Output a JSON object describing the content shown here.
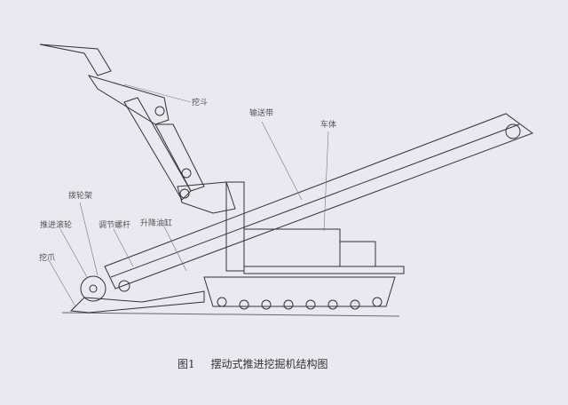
{
  "labels": {
    "bucket": "挖斗",
    "conveyor": "输送带",
    "body": "车体",
    "wheel_frame": "拨轮架",
    "push_roller": "推进滚轮",
    "adjust_screw": "调节螺杆",
    "lift_cylinder": "升降油缸",
    "claw": "挖爪"
  },
  "caption": {
    "number": "图1",
    "title": "摆动式推进挖掘机结构图"
  }
}
